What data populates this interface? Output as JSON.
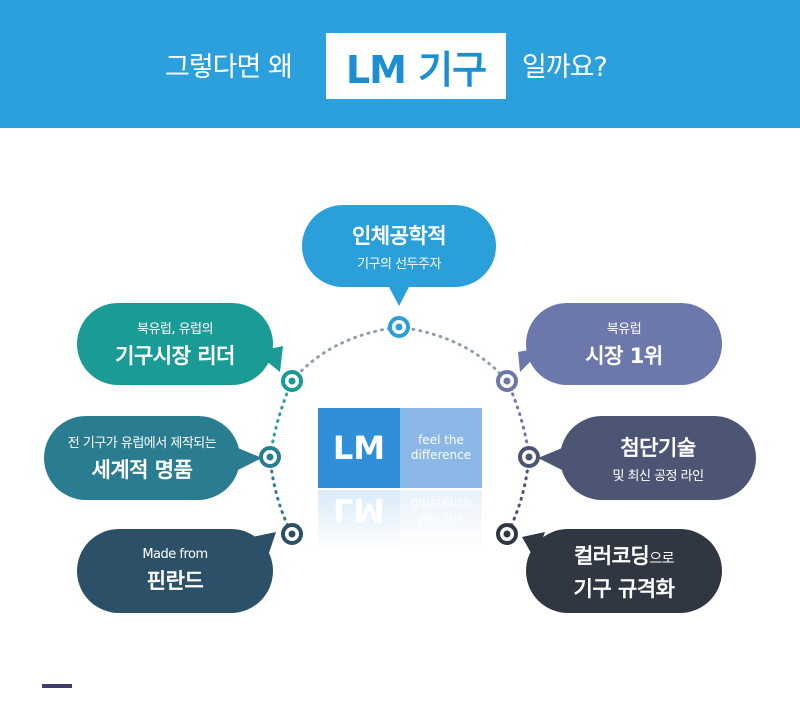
{
  "header": {
    "prefix": "그렇다면 왜",
    "highlight": "LM 기구",
    "suffix": "일까요?"
  },
  "logo": {
    "left": "LM",
    "right_line1": "feel the",
    "right_line2": "difference"
  },
  "bubbles": {
    "top": {
      "main": "인체공학적",
      "sub": "기구의 선두주자",
      "color": "#2b9fd9"
    },
    "left1": {
      "sub": "북유럽, 유럽의",
      "main": "기구시장 리더",
      "color": "#1b9b95"
    },
    "left2": {
      "sub": "전 기구가 유럽에서 제작되는",
      "main": "세계적 명품",
      "color": "#2a7d91"
    },
    "left3": {
      "sub": "Made from",
      "main": "핀란드",
      "color": "#2b5068"
    },
    "right1": {
      "sub": "북유럽",
      "main": "시장 1위",
      "color": "#6c78ac"
    },
    "right2": {
      "main": "첨단기술",
      "sub": "및 최신 공정 라인",
      "color": "#4d5574"
    },
    "right3": {
      "main_bold": "컬러코딩",
      "main_small": "으로",
      "main2": "기구 규격화",
      "color": "#303742"
    }
  }
}
